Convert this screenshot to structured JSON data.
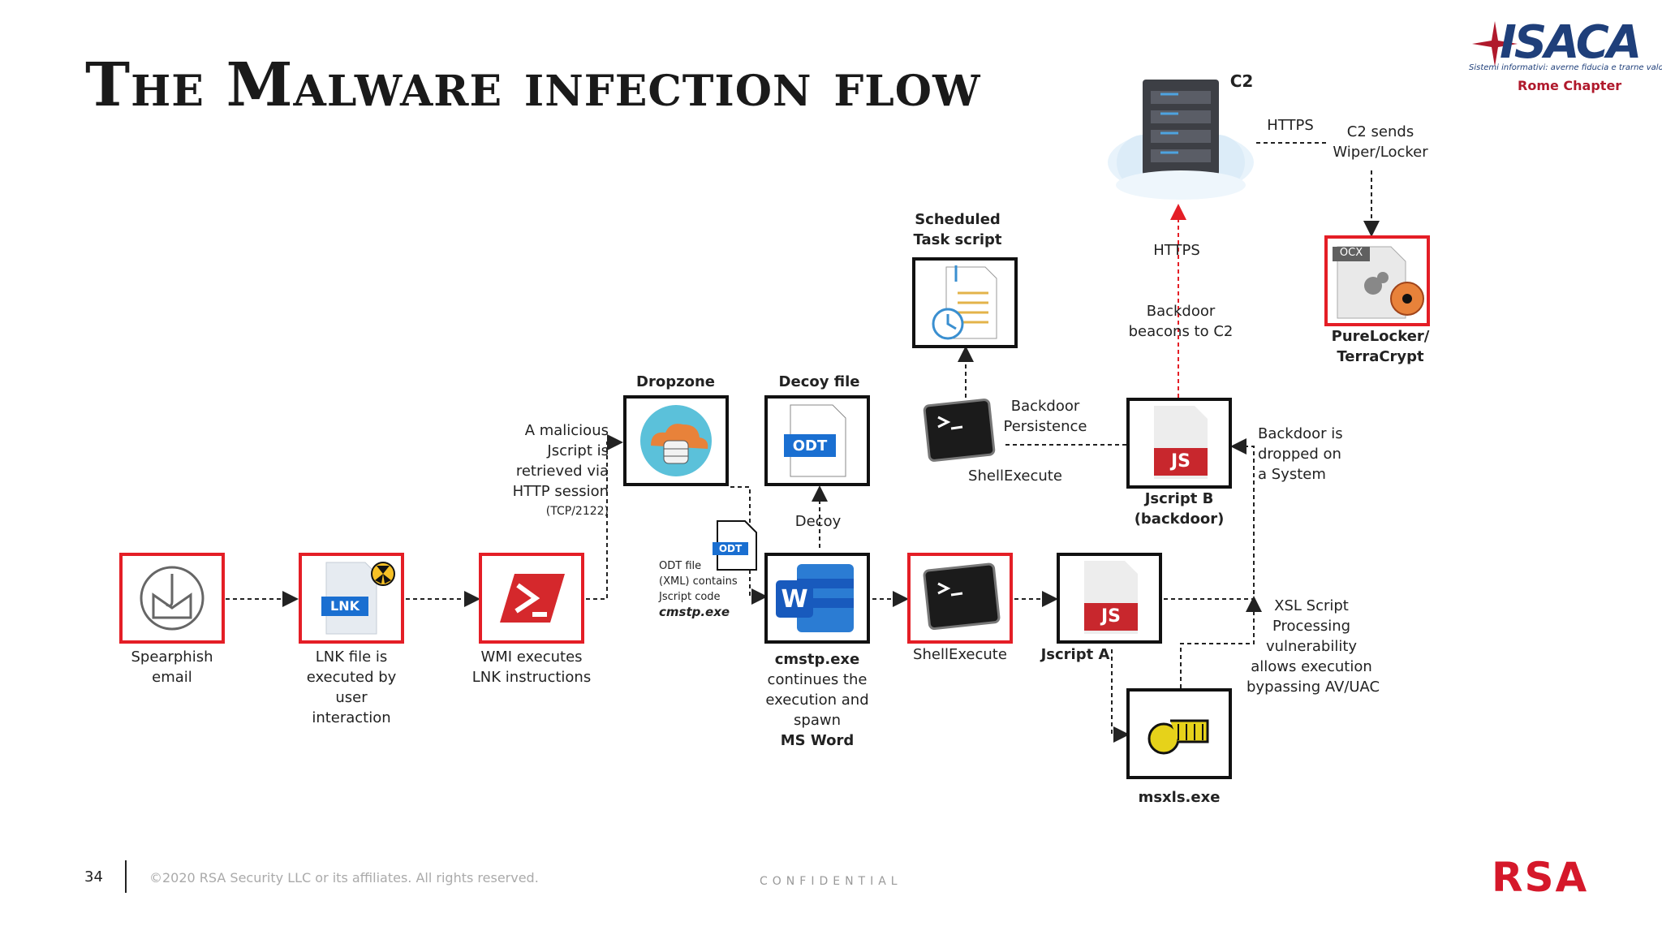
{
  "title": "The Malware infection flow",
  "logo": {
    "name": "ISACA",
    "tagline": "Sistemi informativi: averne fiducia e trarne valore",
    "chapter": "Rome Chapter"
  },
  "nodes": {
    "spearphish": {
      "line1": "Spearphish",
      "line2": "email"
    },
    "lnk": {
      "badge": "LNK",
      "line1": "LNK file is",
      "line2": "executed by",
      "line3": "user",
      "line4": "interaction"
    },
    "wmi": {
      "line1": "WMI executes",
      "line2": "LNK instructions"
    },
    "dropzone": {
      "label": "Dropzone"
    },
    "decoy": {
      "label": "Decoy file",
      "badge": "ODT"
    },
    "cmstp": {
      "line1": "cmstp.exe",
      "line2": "continues the",
      "line3": "execution and",
      "line4": "spawn",
      "line5": "MS Word"
    },
    "shell_main": {
      "label": "ShellExecute"
    },
    "jscript_a": {
      "label": "Jscript A",
      "badge": "JS"
    },
    "msxls": {
      "label": "msxls.exe"
    },
    "jscript_b": {
      "line1": "Jscript B",
      "line2": "(backdoor)",
      "badge": "JS"
    },
    "shell_top": {
      "label": "ShellExecute"
    },
    "scheduled": {
      "line1": "Scheduled",
      "line2": "Task script"
    },
    "c2": {
      "label": "C2"
    },
    "purelocker": {
      "line1": "PureLocker/",
      "line2": "TerraCrypt",
      "badge": "OCX"
    }
  },
  "annotations": {
    "malicious": {
      "line1": "A malicious",
      "line2": "Jscript is",
      "line3": "retrieved via",
      "line4": "HTTP session",
      "line5": "(TCP/2122)"
    },
    "odt_note": {
      "badge": "ODT",
      "line1": "ODT file",
      "line2": "(XML) contains",
      "line3": "Jscript code",
      "line4": "cmstp.exe"
    },
    "decoy_arrow": "Decoy",
    "persistence": {
      "line1": "Backdoor",
      "line2": "Persistence"
    },
    "https_up": "HTTPS",
    "beacons": {
      "line1": "Backdoor",
      "line2": "beacons to C2"
    },
    "https_right": "HTTPS",
    "c2_sends": {
      "line1": "C2 sends",
      "line2": "Wiper/Locker"
    },
    "dropped": {
      "line1": "Backdoor is",
      "line2": "dropped on",
      "line3": "a System"
    },
    "xsl": {
      "line1": "XSL Script",
      "line2": "Processing",
      "line3": "vulnerability",
      "line4": "allows execution",
      "line5": "bypassing AV/UAC"
    }
  },
  "footer": {
    "page": "34",
    "copyright": "©2020 RSA Security LLC or its affiliates. All rights reserved.",
    "confidential": "CONFIDENTIAL",
    "brand": "RSA"
  },
  "colors": {
    "red": "#e41e26",
    "dark_red": "#b0192c",
    "navy": "#1f3f7a",
    "blue": "#1a6fd1",
    "js_red": "#c8272d"
  }
}
